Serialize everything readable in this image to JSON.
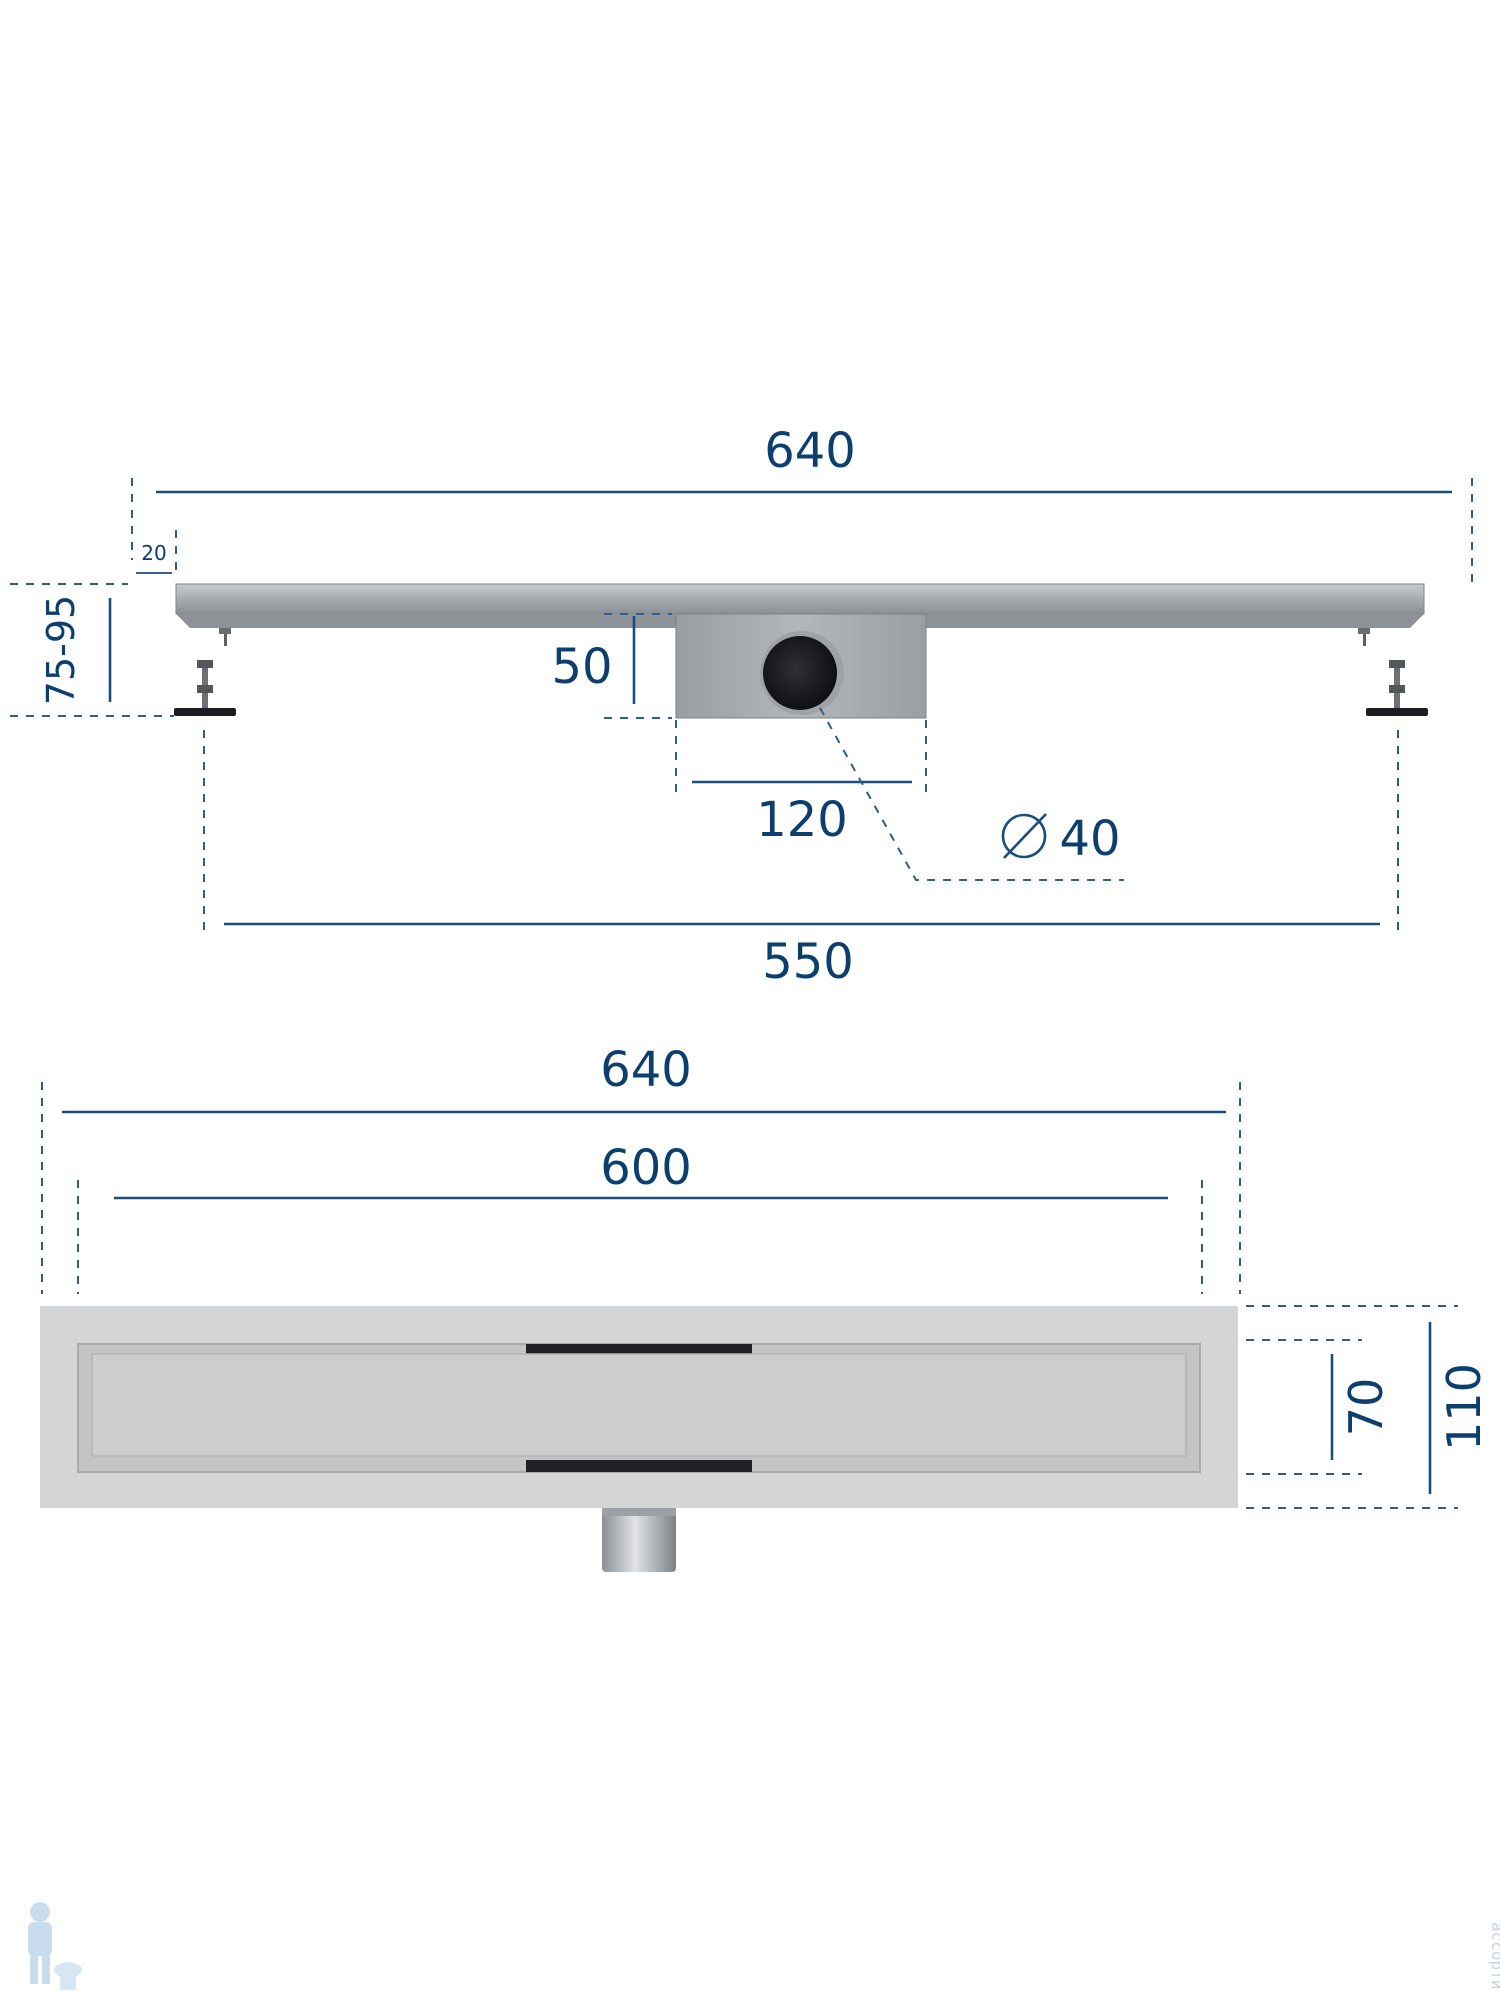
{
  "side_view": {
    "overall_length": "640",
    "edge_offset": "20",
    "height_range": "75-95",
    "outlet_height": "50",
    "outlet_width": "120",
    "outlet_diameter_symbol": "∅",
    "outlet_diameter": "40",
    "foot_span": "550"
  },
  "top_view": {
    "overall_length": "640",
    "grate_length": "600",
    "grate_width": "70",
    "overall_width": "110"
  },
  "watermark": {
    "text": "ассорти"
  },
  "colors": {
    "dimension": "#0d3f6e",
    "steel": "#a9adb0",
    "frame": "#d2d4d6",
    "grate": "#c9cbcd",
    "dark": "#1b1c1f"
  }
}
